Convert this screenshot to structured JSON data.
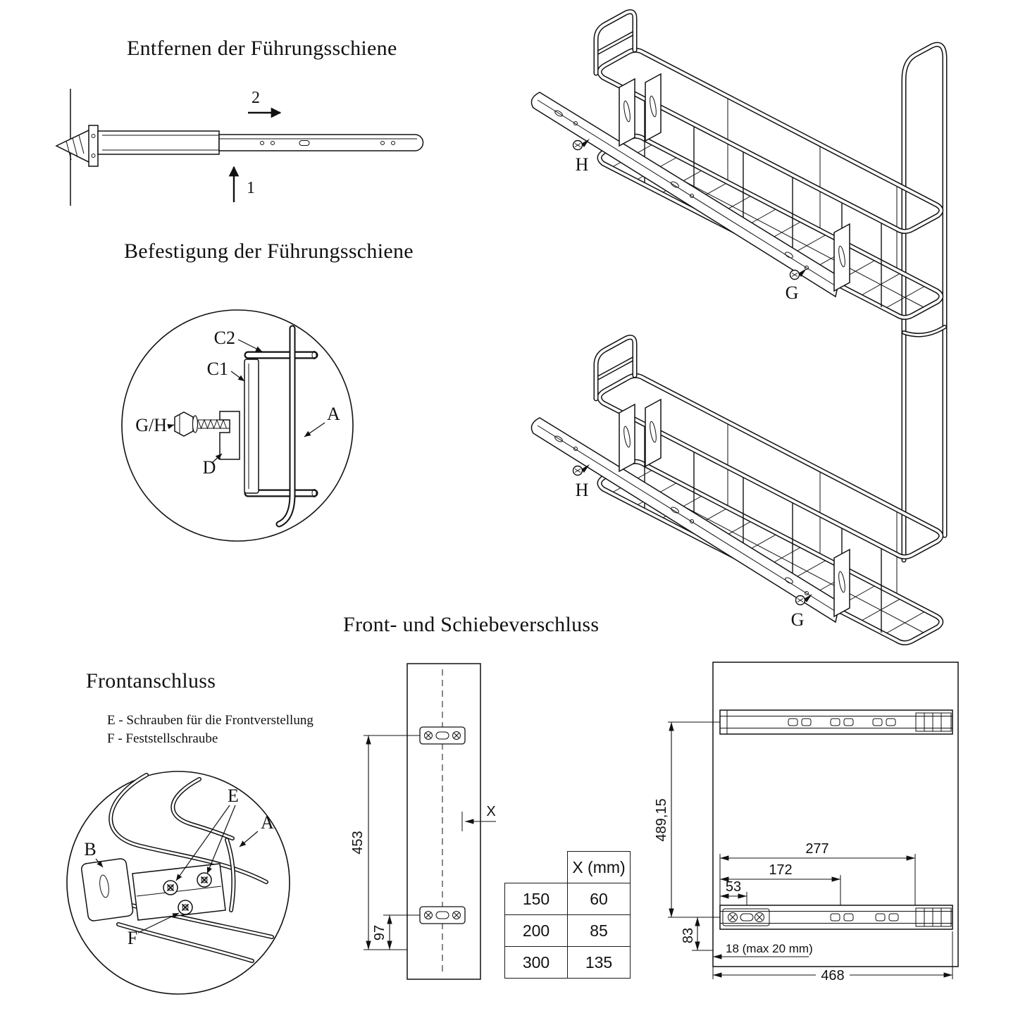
{
  "titles": {
    "remove_rail": "Entfernen der Führungsschiene",
    "attach_rail": "Befestigung der Führungsschiene",
    "front_slide": "Front- und Schiebeverschluss",
    "front_connection": "Frontanschluss"
  },
  "notes": {
    "screws_front": "E - Schrauben für die Frontverstellung",
    "lock_screw": "F - Feststellschraube"
  },
  "step_labels": {
    "one": "1",
    "two": "2"
  },
  "detail_attach": {
    "c2": "C2",
    "c1": "C1",
    "gh": "G/H",
    "d": "D",
    "a": "A"
  },
  "iso_labels": {
    "h_top": "H",
    "g_top": "G",
    "h_bottom": "H",
    "g_bottom": "G"
  },
  "detail_front": {
    "e": "E",
    "a": "A",
    "b": "B",
    "f": "F"
  },
  "panel_dims": {
    "d453": "453",
    "d97": "97",
    "x": "X"
  },
  "table": {
    "col_header": "X (mm)",
    "rows": [
      {
        "size": "150",
        "x": "60"
      },
      {
        "size": "200",
        "x": "85"
      },
      {
        "size": "300",
        "x": "135"
      }
    ]
  },
  "side_dims": {
    "d489": "489,15",
    "d277": "277",
    "d172": "172",
    "d53": "53",
    "d83": "83",
    "d18": "18 (max 20 mm)",
    "d468": "468"
  }
}
